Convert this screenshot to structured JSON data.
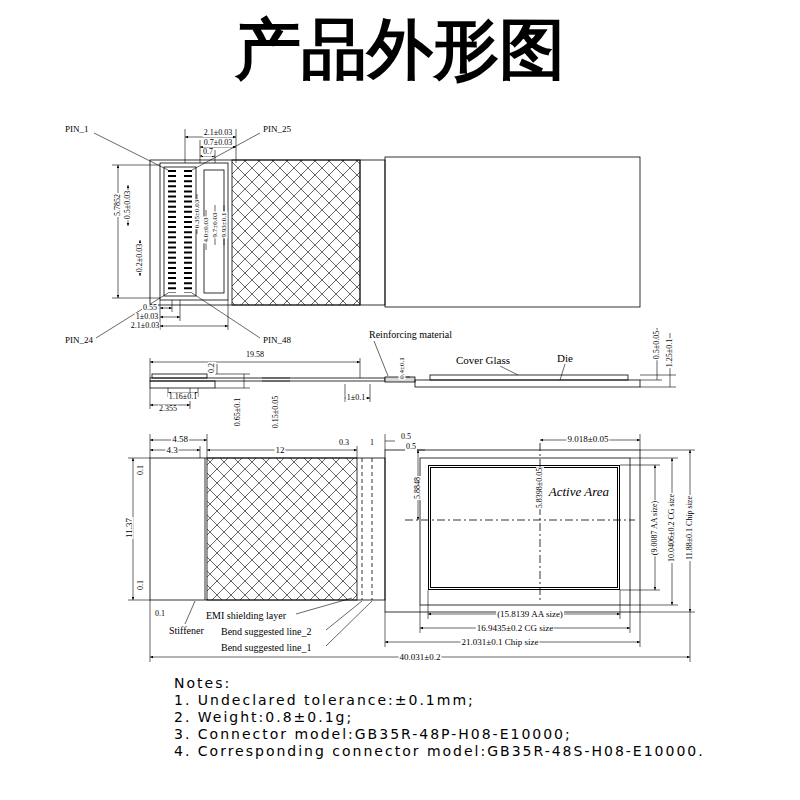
{
  "diagram": {
    "title": "产品外形图",
    "nodes": [
      {
        "text": [
          "Active Area"
        ]
      }
    ],
    "labels": [
      "PIN_1",
      "PIN_25",
      "2.1±0.03",
      "0.7±0.03",
      "0.7",
      "5.7852",
      "0.5±0.03",
      "0.35±0.03",
      "4.0±0.03",
      "9.7±0.03",
      "9.93±0.1",
      "0.2±0.03",
      "0.55",
      "1±0.03",
      "2.1±0.03",
      "PIN_24",
      "PIN_48",
      "Reinforcing material",
      "Cover Glass",
      "Die",
      "0.5±0.05",
      "1.25±0.1",
      "19.58",
      "0.2",
      "0.4±0.1",
      "1.16±0.1",
      "0.65±0.1",
      "0.15±0.05",
      "1±0.1",
      "2.355",
      "4.58",
      "4.3",
      "12",
      "0.3",
      "1",
      "0.5",
      "0.5",
      "9.018±0.05",
      "0.1",
      "11.37",
      "0.1",
      "5.8848",
      "5.8398±0.05",
      "(9.0087 AA size)",
      "10.0406±0.2 CG size",
      "11.88±0.1 Chip size",
      "0.1",
      "EMI shielding layer",
      "Stiffener",
      "Bend suggested line_2",
      "Bend suggested line_1",
      "(15.8139 AA size)",
      "16.9435±0.2 CG size",
      "21.031±0.1 Chip size",
      "40.031±0.2",
      "Notes:",
      "1. Undeclared tolerance:±0.1mm;",
      "2. Weight:0.8±0.1g;",
      "3. Connector model:GB35R-48P-H08-E10000;",
      "4. Corresponding connector model:GB35R-48S-H08-E10000."
    ]
  }
}
